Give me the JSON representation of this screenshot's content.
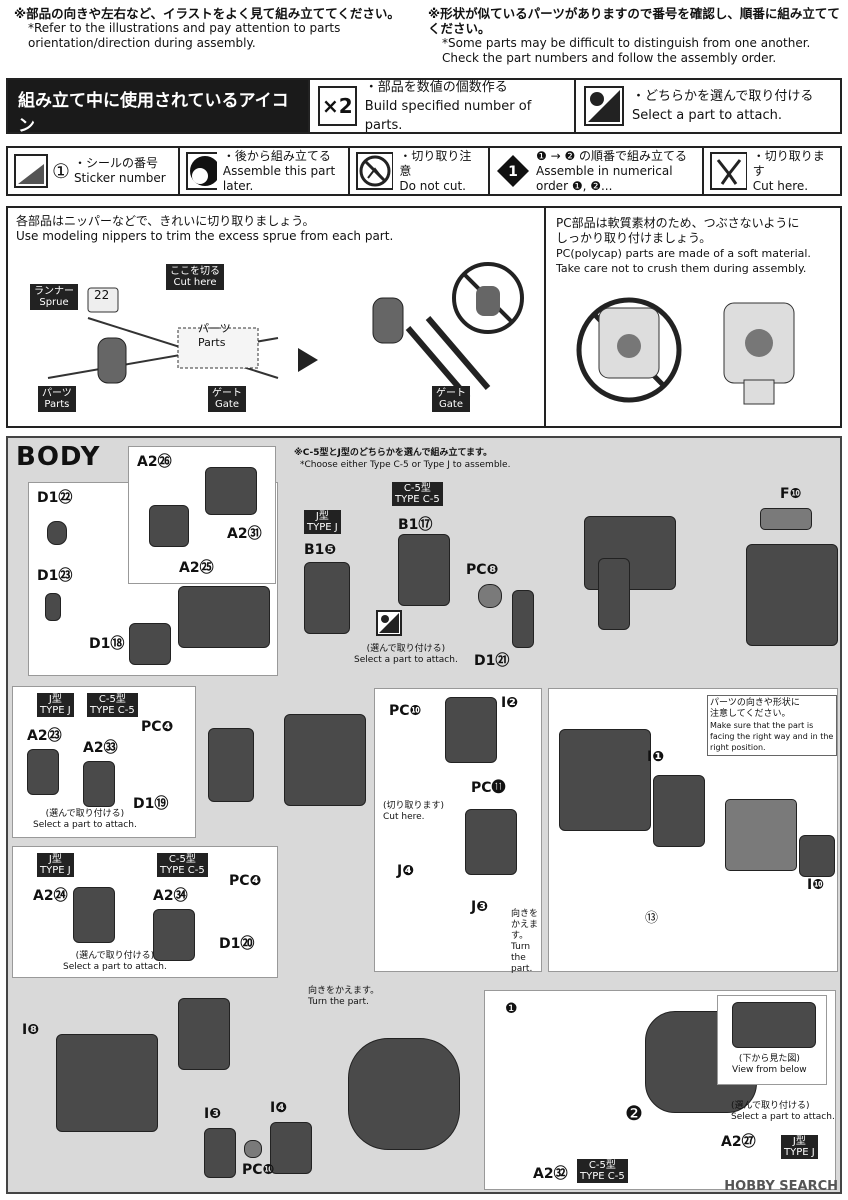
{
  "notes": {
    "left_jp": "※部品の向きや左右など、イラストをよく見て組み立ててください。",
    "left_en1": "*Refer to the illustrations and pay attention to parts",
    "left_en2": "orientation/direction during assembly.",
    "right_jp": "※形状が似ているパーツがありますので番号を確認し、順番に組み立ててください。",
    "right_en1": "*Some parts may be difficult to distinguish from one another.",
    "right_en2": "Check the part numbers and follow the assembly order."
  },
  "symbols": {
    "title_jp": "組み立て中に使用されているアイコン",
    "title_en": "Symbols used in instructions",
    "x2": "×2",
    "x2_jp": "・部品を数値の個数作る",
    "x2_en": "Build specified number of parts.",
    "select_jp": "・どちらかを選んで取り付ける",
    "select_en": "Select a part to attach."
  },
  "icons": [
    {
      "jp": "・シールの番号",
      "en": "Sticker number",
      "num": "①"
    },
    {
      "jp": "・後から組み立てる",
      "en": "Assemble this part later."
    },
    {
      "jp": "・切り取り注意",
      "en": "Do not cut."
    },
    {
      "jp": "の順番で組み立てる",
      "en1": "Assemble in numerical",
      "en2": "order ❶, ❷..."
    },
    {
      "jp": "・切り取ります",
      "en": "Cut here."
    }
  ],
  "nipper": {
    "jp": "各部品はニッパーなどで、きれいに切り取りましょう。",
    "en": "Use modeling nippers to trim the excess sprue from each part.",
    "runner_jp": "ランナー",
    "runner_en": "Sprue",
    "cut_jp": "ここを切る",
    "cut_en": "Cut here",
    "parts_jp": "パーツ",
    "parts_en": "Parts",
    "gate_jp": "ゲート",
    "gate_en": "Gate",
    "sprue_num": "22"
  },
  "pc": {
    "jp1": "PC部品は軟質素材のため、つぶさないように",
    "jp2": "しっかり取り付けましょう。",
    "en1": "PC(polycap) parts are made of a soft material.",
    "en2": "Take care not to crush them during assembly."
  },
  "body": {
    "title": "BODY",
    "choose_jp": "※C-5型とJ型のどちらかを選んで組み立てます。",
    "choose_en": "*Choose either Type C-5 or Type J to assemble.",
    "select_jp": "(選んで取り付ける)",
    "select_en": "Select a part to attach.",
    "cut_jp": "(切り取ります)",
    "cut_en": "Cut here.",
    "turn_jp": "向きをかえます。",
    "turn_en": "Turn the part.",
    "orient_jp1": "パーツの向きや形状に",
    "orient_jp2": "注意してください。",
    "orient_en": "Make sure that the part is facing the right way and in the right position.",
    "view_jp": "(下から見た図)",
    "view_en": "View from below",
    "type_j": "J型",
    "type_j_en": "TYPE J",
    "type_c5": "C-5型",
    "type_c5_en": "TYPE C-5",
    "labels": {
      "a2_26": "A2㉖",
      "a2_31": "A2㉛",
      "a2_25": "A2㉕",
      "d1_22": "D1㉒",
      "d1_23": "D1㉓",
      "d1_18": "D1⑱",
      "b1_17": "B1⑰",
      "b1_5": "B1❺",
      "pc_8": "PC❽",
      "d1_21": "D1㉑",
      "f_10": "F❿",
      "a2_23": "A2㉓",
      "a2_33": "A2㉝",
      "pc_4": "PC❹",
      "d1_19": "D1⑲",
      "a2_24": "A2㉔",
      "a2_34": "A2㉞",
      "pc_4b": "PC❹",
      "d1_20": "D1⑳",
      "pc_10": "PC❿",
      "i_2": "I❷",
      "pc_11": "PC⓫",
      "j_4": "J❹",
      "j_3": "J❸",
      "i_1": "I❶",
      "i_10": "I❿",
      "sticker_13": "⑬",
      "i_8": "I❽",
      "i_3": "I❸",
      "i_4": "I❹",
      "pc_10b": "PC❿",
      "a2_32": "A2㉜",
      "a2_27": "A2㉗",
      "step1": "❶",
      "step2": "❷"
    }
  },
  "watermark": "HOBBY SEARCH"
}
